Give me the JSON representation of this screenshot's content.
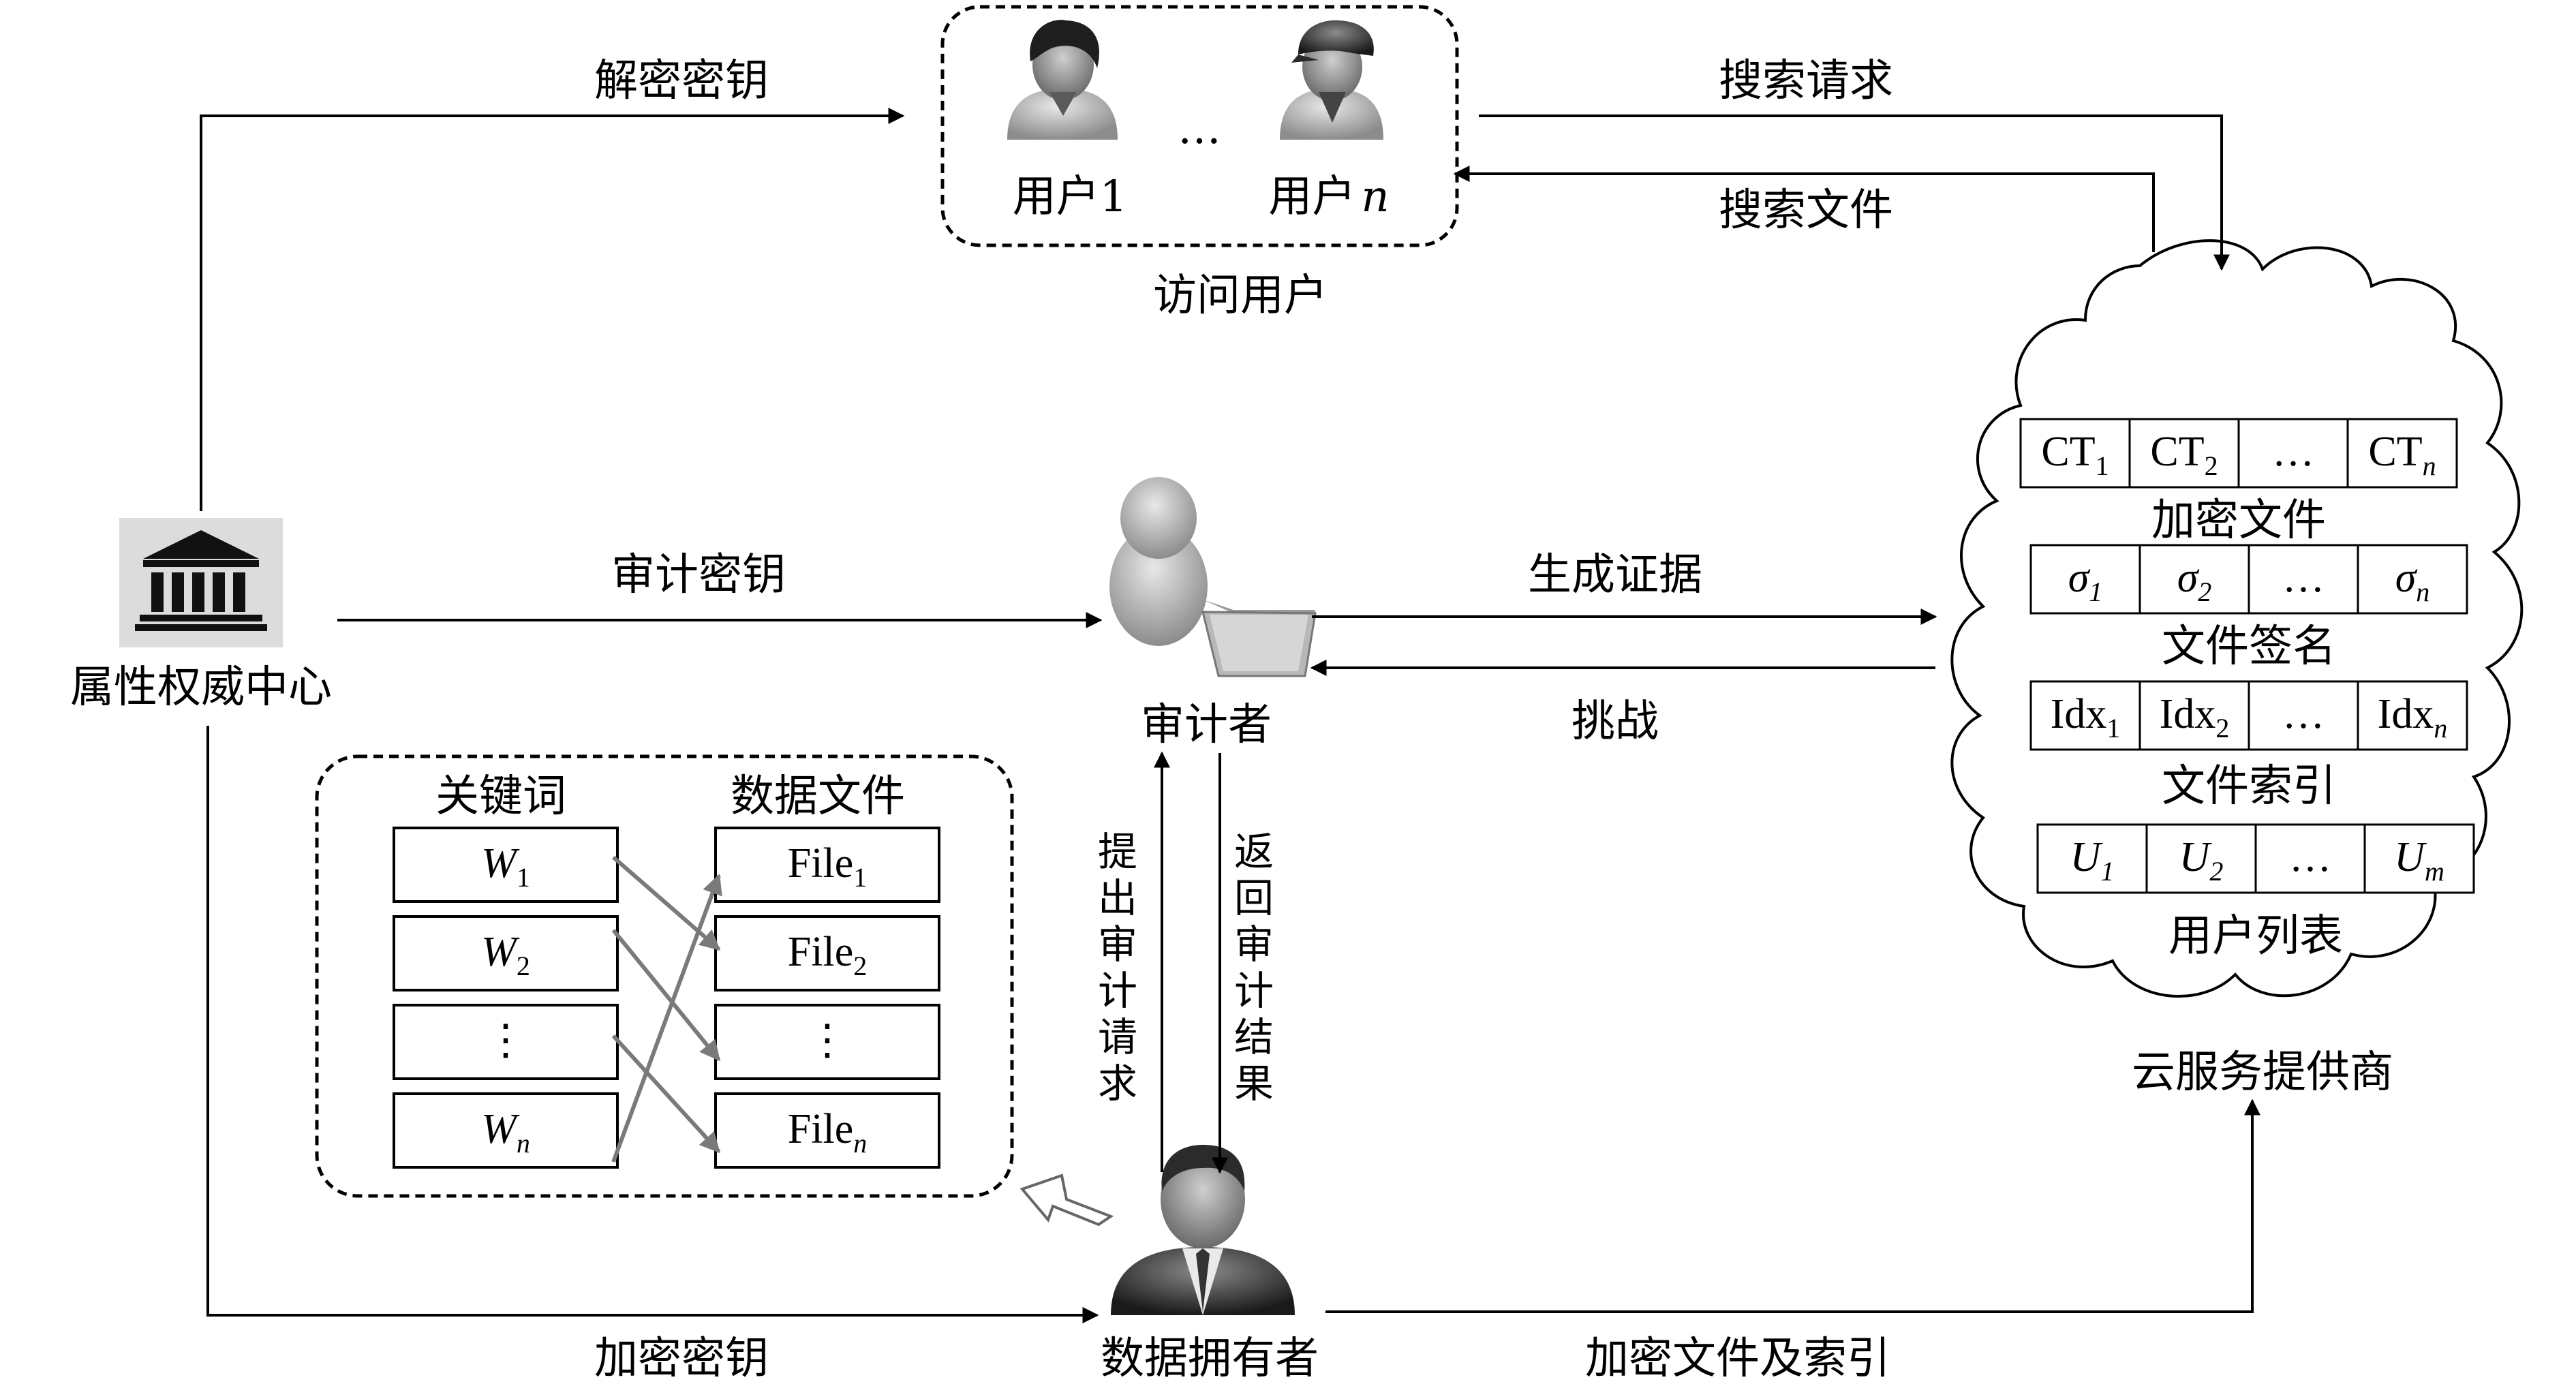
{
  "users_group": {
    "user1": "用户1",
    "usern_prefix": "用户",
    "usern_var": "n",
    "ellipsis": "…",
    "caption": "访问用户"
  },
  "authority": {
    "label": "属性权威中心"
  },
  "auditor": {
    "label": "审计者"
  },
  "owner": {
    "label": "数据拥有者"
  },
  "cloud": {
    "label": "云服务提供商",
    "rows": [
      {
        "cells": [
          [
            "CT",
            "1"
          ],
          [
            "CT",
            "2"
          ],
          [
            "…",
            ""
          ],
          [
            "CT",
            "n"
          ]
        ],
        "italic_sub_last": true,
        "caption": "加密文件"
      },
      {
        "cells": [
          [
            "σ",
            "1"
          ],
          [
            "σ",
            "2"
          ],
          [
            "…",
            ""
          ],
          [
            "σ",
            "n"
          ]
        ],
        "italic_base": true,
        "caption": "文件签名"
      },
      {
        "cells": [
          [
            "Idx",
            "1"
          ],
          [
            "Idx",
            "2"
          ],
          [
            "…",
            ""
          ],
          [
            "Idx",
            "n"
          ]
        ],
        "italic_sub_last": true,
        "caption": "文件索引"
      },
      {
        "cells": [
          [
            "U",
            "1"
          ],
          [
            "U",
            "2"
          ],
          [
            "…",
            ""
          ],
          [
            "U",
            "m"
          ]
        ],
        "italic_base": true,
        "caption": "用户列表"
      }
    ]
  },
  "index_box": {
    "keywords_header": "关键词",
    "files_header": "数据文件",
    "keywords": [
      [
        "W",
        "1"
      ],
      [
        "W",
        "2"
      ],
      [
        "⋮",
        ""
      ],
      [
        "W",
        "n"
      ]
    ],
    "files": [
      [
        "File",
        "1"
      ],
      [
        "File",
        "2"
      ],
      [
        "⋮",
        ""
      ],
      [
        "File",
        "n"
      ]
    ]
  },
  "arrows": {
    "decrypt_key": "解密密钥",
    "audit_key": "审计密钥",
    "encrypt_key": "加密密钥",
    "search_request": "搜索请求",
    "search_file": "搜索文件",
    "generate_proof": "生成证据",
    "challenge": "挑战",
    "submit_audit_request": "提出审计请求",
    "return_audit_result": "返回审计结果",
    "encrypted_file_and_index": "加密文件及索引"
  }
}
